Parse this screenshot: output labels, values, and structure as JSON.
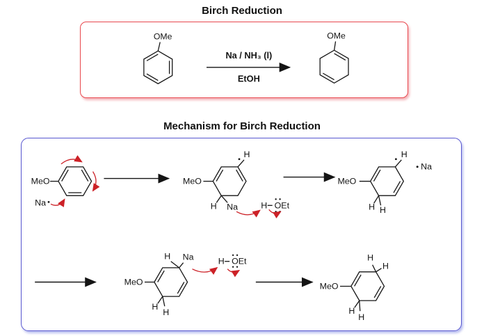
{
  "titles": {
    "scheme": "Birch Reduction",
    "mechanism": "Mechanism for Birch Reduction"
  },
  "scheme": {
    "reactant_substituent": "OMe",
    "product_substituent": "OMe",
    "conditions_above_arrow": "Na / NH₃ (l)",
    "conditions_below_arrow": "EtOH"
  },
  "mechanism_labels": {
    "methoxy": "MeO",
    "sodium": "Na",
    "hydrogen": "H",
    "ethoxide": "OEt"
  },
  "colors": {
    "scheme_box_border": "#e8484e",
    "mechanism_box_border": "#5857d0",
    "curved_arrow_red": "#cc2127",
    "bond_and_text": "#141414"
  }
}
